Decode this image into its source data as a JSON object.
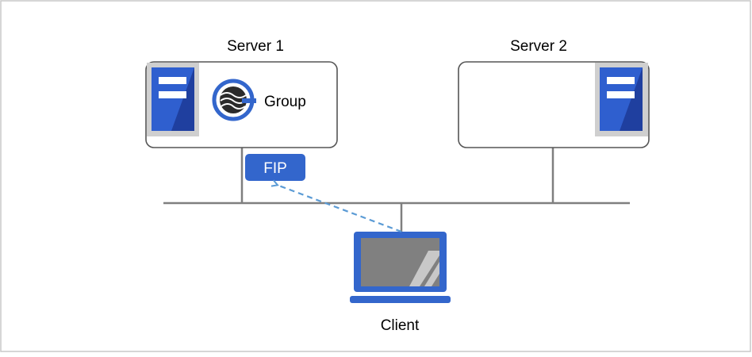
{
  "diagram": {
    "servers": [
      {
        "name": "Server 1"
      },
      {
        "name": "Server 2"
      }
    ],
    "group": {
      "label": "Group",
      "icon": "group-logo-icon"
    },
    "fip": {
      "label": "FIP"
    },
    "client": {
      "label": "Client"
    },
    "colors": {
      "frame_border": "#c8c8c8",
      "box_border": "#555555",
      "line": "#7f7f7f",
      "accent_blue": "#3366cc",
      "server_dark": "#1f3f9f",
      "server_mid": "#2f5fcf",
      "server_bezel": "#cfcfcf",
      "arrow": "#5b9bd5",
      "screen": "#808080"
    }
  }
}
